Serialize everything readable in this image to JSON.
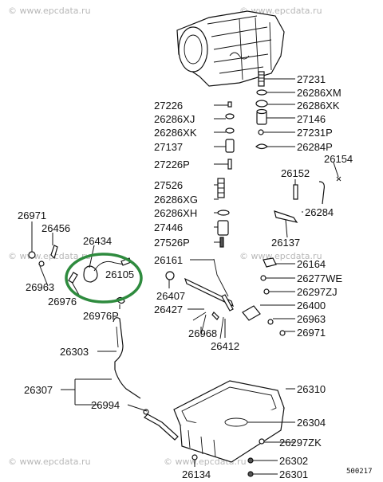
{
  "watermark": "© www.epcdata.ru",
  "diagram_code": "500217",
  "highlight_color": "#2e8b3e",
  "labels": {
    "p27231": "27231",
    "p26286XM": "26286XM",
    "p26286XK": "26286XK",
    "p27146": "27146",
    "p27231P": "27231P",
    "p26284P": "26284P",
    "p27226": "27226",
    "p26286XJ": "26286XJ",
    "p26286XK_l": "26286XK",
    "p27137": "27137",
    "p27226P": "27226P",
    "p26152": "26152",
    "p26154": "26154",
    "p27526": "27526",
    "p26286XG": "26286XG",
    "p26284": "26284",
    "p26286XH": "26286XH",
    "p27446": "27446",
    "p26137": "26137",
    "p27526P": "27526P",
    "p26971_tl": "26971",
    "p26456": "26456",
    "p26434": "26434",
    "p26161": "26161",
    "p26164": "26164",
    "p26105": "26105",
    "p26963_l": "26963",
    "p26277WE": "26277WE",
    "p26297ZJ": "26297ZJ",
    "p26976": "26976",
    "p26407": "26407",
    "p26400": "26400",
    "p26976P": "26976P",
    "p26427": "26427",
    "p26963_r": "26963",
    "p26968": "26968",
    "p26971_r": "26971",
    "p26412": "26412",
    "p26303": "26303",
    "p26310": "26310",
    "p26307": "26307",
    "p26994": "26994",
    "p26304": "26304",
    "p26297ZK": "26297ZK",
    "p26302": "26302",
    "p26134": "26134",
    "p26301": "26301"
  }
}
